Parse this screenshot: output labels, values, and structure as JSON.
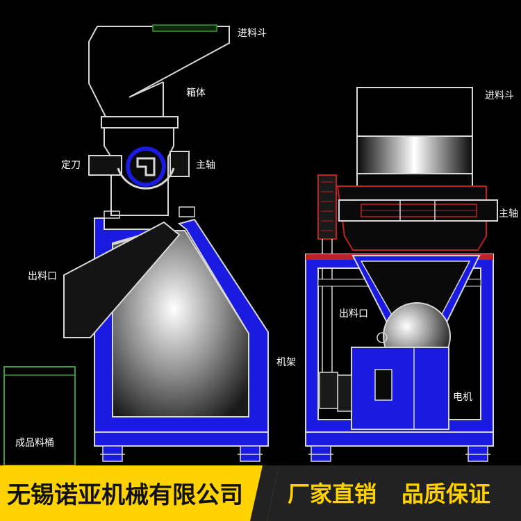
{
  "labels": {
    "left_hopper": "进料斗",
    "left_box": "箱体",
    "left_blade": "定刀",
    "left_shaft": "主轴",
    "left_outlet": "出料口",
    "left_frame": "机架",
    "left_bin": "成品料桶",
    "right_hopper": "进料斗",
    "right_shaft": "主轴",
    "right_outlet": "出料口",
    "right_motor": "电机"
  },
  "banner": {
    "company": "无锡诺亚机械有限公司",
    "slogan_1": "厂家直销",
    "slogan_2": "品质保证"
  },
  "colors": {
    "background": "#000000",
    "frame_blue": "#1a1ae0",
    "outline": "#d8d8d8",
    "accent_red": "#c02020",
    "banner_bg": "#ffd200",
    "banner_dark": "#222222"
  }
}
